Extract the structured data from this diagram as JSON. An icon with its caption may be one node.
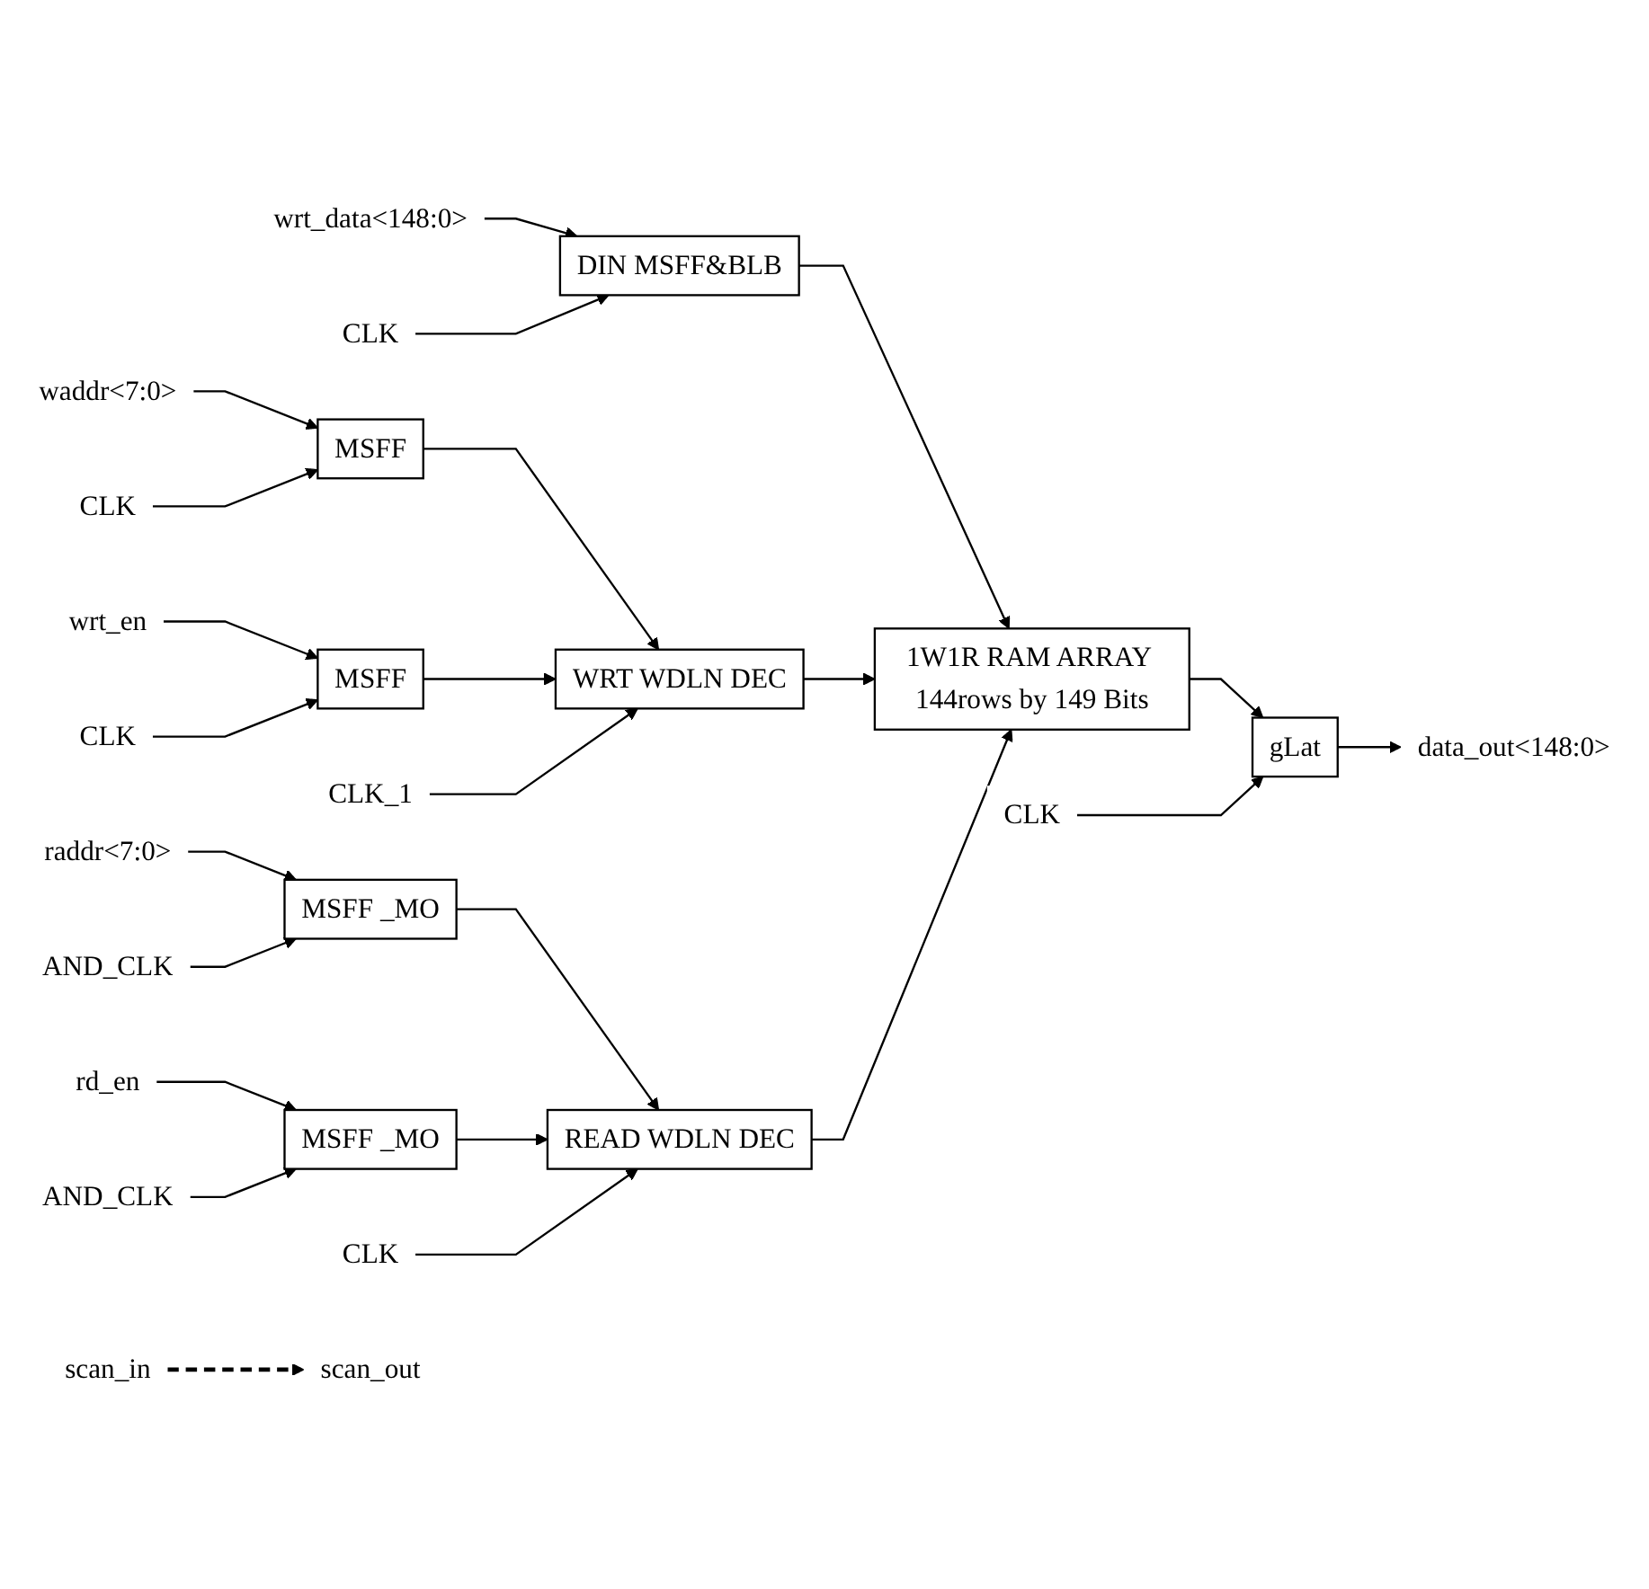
{
  "diagram": {
    "nodes": [
      {
        "text": [
          "wrt_data<148:0>"
        ]
      },
      {
        "text": [
          "DIN MSFF&BLB"
        ]
      },
      {
        "text": [
          "scan_in"
        ]
      },
      {
        "text": [
          "CLK"
        ]
      },
      {
        "text": [
          "waddr<7:0>"
        ]
      },
      {
        "text": [
          "MSFF"
        ]
      },
      {
        "text": [
          "WRT WDLN DEC"
        ]
      },
      {
        "text": [
          "1W1R RAM ARRAY 144rows by 149 Bits"
        ]
      },
      {
        "text": [
          "CLK"
        ]
      },
      {
        "text": [
          "wrt_en"
        ]
      },
      {
        "text": [
          "MSFF"
        ]
      },
      {
        "text": [
          "CLK"
        ]
      },
      {
        "text": [
          "CLK_1"
        ]
      },
      {
        "text": [
          "raddr<7:0>"
        ]
      },
      {
        "text": [
          "MSFF _MO"
        ]
      },
      {
        "text": [
          "READ WDLN DEC"
        ]
      },
      {
        "text": [
          "AND_CLK"
        ]
      },
      {
        "text": [
          "rd_en"
        ]
      },
      {
        "text": [
          "MSFF _MO"
        ]
      },
      {
        "text": [
          "AND_CLK"
        ]
      },
      {
        "text": [
          "CLK"
        ]
      },
      {
        "text": [
          "gLat"
        ]
      },
      {
        "text": [
          "CLK"
        ]
      },
      {
        "text": [
          "scan_out"
        ]
      },
      {
        "text": [
          "data_out<148:0>"
        ]
      }
    ],
    "edges": [
      {
        "from": 0,
        "to": 1,
        "arrow": "to"
      },
      {
        "from": 3,
        "to": 1,
        "arrow": "to"
      },
      {
        "from": 1,
        "to": 7,
        "arrow": "to"
      },
      {
        "from": 4,
        "to": 5,
        "arrow": "to"
      },
      {
        "from": 8,
        "to": 5,
        "arrow": "to"
      },
      {
        "from": 5,
        "to": 6,
        "arrow": "to"
      },
      {
        "from": 9,
        "to": 10,
        "arrow": "to"
      },
      {
        "from": 11,
        "to": 10,
        "arrow": "to"
      },
      {
        "from": 10,
        "to": 6,
        "arrow": "to"
      },
      {
        "from": 12,
        "to": 6,
        "arrow": "to"
      },
      {
        "from": 6,
        "to": 7,
        "arrow": "to"
      },
      {
        "from": 13,
        "to": 14,
        "arrow": "to"
      },
      {
        "from": 16,
        "to": 14,
        "arrow": "to"
      },
      {
        "from": 14,
        "to": 15,
        "arrow": "to"
      },
      {
        "from": 17,
        "to": 18,
        "arrow": "to"
      },
      {
        "from": 19,
        "to": 18,
        "arrow": "to"
      },
      {
        "from": 18,
        "to": 15,
        "arrow": "to"
      },
      {
        "from": 20,
        "to": 15,
        "arrow": "to"
      },
      {
        "from": 15,
        "to": 7,
        "arrow": "to"
      },
      {
        "from": 7,
        "to": 21,
        "arrow": "to"
      },
      {
        "from": 22,
        "to": 21,
        "arrow": "to"
      },
      {
        "from": 21,
        "to": 24,
        "arrow": "to"
      },
      {
        "from": 2,
        "to": 23,
        "arrow": "to",
        "style": "dashed"
      }
    ]
  }
}
